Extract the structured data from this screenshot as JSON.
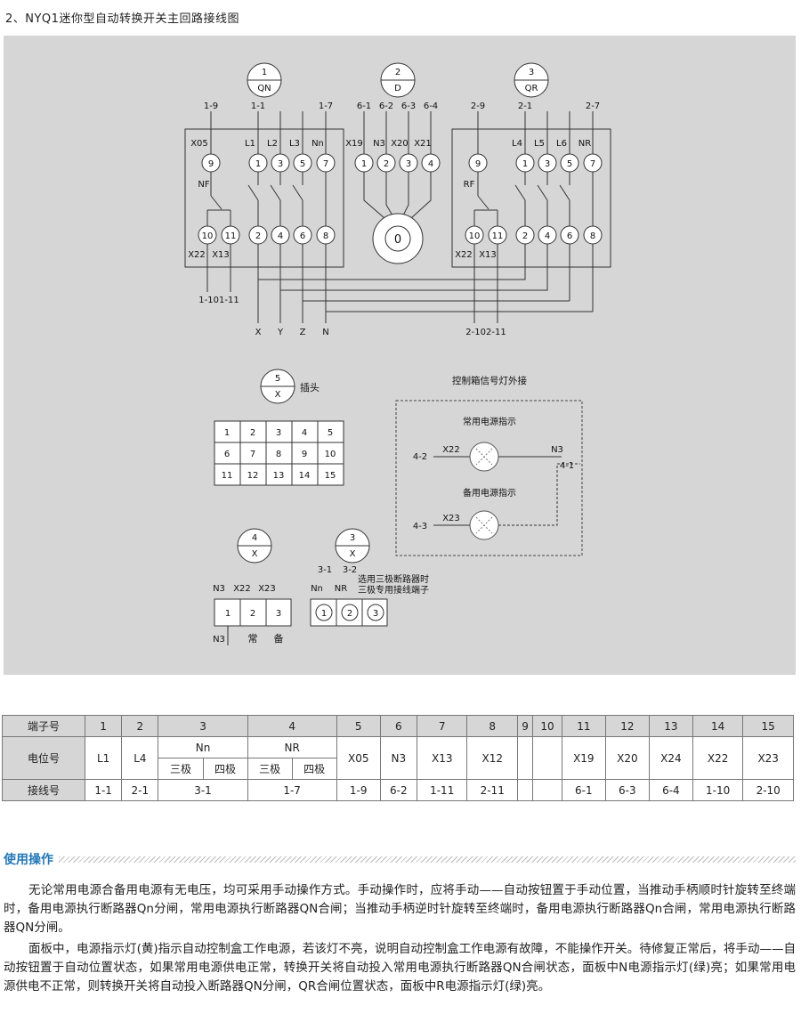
{
  "title": "2、NYQ1迷你型自动转换开关主回路接线图",
  "diagram": {
    "switch_qn": {
      "num": "1",
      "code": "QN"
    },
    "switch_d": {
      "num": "2",
      "code": "D"
    },
    "switch_qr": {
      "num": "3",
      "code": "QR"
    },
    "qn_wires": [
      "1-9",
      "1-1",
      "1-7"
    ],
    "qn_top_labels": [
      "X05",
      "L1",
      "L2",
      "L3",
      "Nn"
    ],
    "qn_top_terms": [
      "9",
      "1",
      "3",
      "5",
      "7"
    ],
    "qn_aux": "NF",
    "qn_bot_terms": [
      "10",
      "11",
      "2",
      "4",
      "6",
      "8"
    ],
    "qn_bot_labels": [
      "X22",
      "X13"
    ],
    "qn_out": "1-101-11",
    "d_wires": [
      "6-1",
      "6-2",
      "6-3",
      "6-4"
    ],
    "d_labels": [
      "X19",
      "N3",
      "X20",
      "X21"
    ],
    "d_terms": [
      "1",
      "2",
      "3",
      "4"
    ],
    "d_motor": "0",
    "qr_wires": [
      "2-9",
      "2-1",
      "2-7"
    ],
    "qr_top_labels": [
      "L4",
      "L5",
      "L6",
      "NR"
    ],
    "qr_top_terms": [
      "9",
      "1",
      "3",
      "5",
      "7"
    ],
    "qr_aux": "RF",
    "qr_bot_terms": [
      "10",
      "11",
      "2",
      "4",
      "6",
      "8"
    ],
    "qr_bot_labels": [
      "X22",
      "X13"
    ],
    "qr_out": "2-102-11",
    "outputs": [
      "X",
      "Y",
      "Z",
      "N"
    ],
    "plug": {
      "num": "5",
      "code": "X",
      "label": "插头"
    },
    "plug_grid": [
      [
        "1",
        "2",
        "3",
        "4",
        "5"
      ],
      [
        "6",
        "7",
        "8",
        "9",
        "10"
      ],
      [
        "11",
        "12",
        "13",
        "14",
        "15"
      ]
    ],
    "signal": {
      "title": "控制箱信号灯外接",
      "normal": "常用电源指示",
      "backup": "备用电源指示",
      "normal_wire": "4-2",
      "normal_term": "X22",
      "backup_wire": "4-3",
      "backup_term": "X23",
      "n_term": "N3",
      "n_wire": "4-1"
    },
    "x4": {
      "num": "4",
      "code": "X",
      "labels": [
        "N3",
        "X22",
        "X23"
      ],
      "terms": [
        "1",
        "2",
        "3"
      ],
      "bottom": "N3",
      "normal": "常",
      "backup": "备"
    },
    "x3": {
      "num": "3",
      "code": "X",
      "wires": [
        "3-1",
        "3-2"
      ],
      "labels": [
        "Nn",
        "NR"
      ],
      "note1": "选用三极断路器时",
      "note2": "三极专用接线端子",
      "terms": [
        "1",
        "2",
        "3"
      ]
    }
  },
  "table": {
    "col_header": "端子号",
    "cols": [
      "1",
      "2",
      "3",
      "4",
      "5",
      "6",
      "7",
      "8",
      "9",
      "10",
      "11",
      "12",
      "13",
      "14",
      "15"
    ],
    "row1_header": "电位号",
    "row1": {
      "c1": "L1",
      "c2": "L4",
      "c3": "Nn",
      "c4": "NR",
      "c3a": "三极",
      "c3b": "四极",
      "c4a": "三极",
      "c4b": "四极",
      "c5": "X05",
      "c6": "N3",
      "c7": "X13",
      "c8": "X12",
      "c9": "",
      "c10": "",
      "c11": "X19",
      "c12": "X20",
      "c13": "X24",
      "c14": "X22",
      "c15": "X23"
    },
    "row2_header": "接线号",
    "row2": {
      "c1": "1-1",
      "c2": "2-1",
      "c3": "3-1",
      "c4": "1-7",
      "c5": "1-9",
      "c6": "6-2",
      "c7": "1-11",
      "c8": "2-11",
      "c9": "",
      "c10": "",
      "c11": "6-1",
      "c12": "6-3",
      "c13": "6-4",
      "c14": "1-10",
      "c15": "2-10"
    }
  },
  "section_title": "使用操作",
  "paragraphs": [
    "无论常用电源合备用电源有无电压，均可采用手动操作方式。手动操作时，应将手动——自动按钮置于手动位置，当推动手柄顺时针旋转至终端时，备用电源执行断路器Qn分闸，常用电源执行断路器QN合闸；当推动手柄逆时针旋转至终端时，备用电源执行断路器Qn合闸，常用电源执行断路器QN分闸。",
    "面板中，电源指示灯(黄)指示自动控制盒工作电源，若该灯不亮，说明自动控制盒工作电源有故障，不能操作开关。待修复正常后，将手动——自动按钮置于自动位置状态，如果常用电源供电正常，转换开关将自动投入常用电源执行断路器QN合闸状态，面板中N电源指示灯(绿)亮；如果常用电源供电不正常，则转换开关将自动投入断路器QN分闸，QR合闸位置状态，面板中R电源指示灯(绿)亮。"
  ]
}
